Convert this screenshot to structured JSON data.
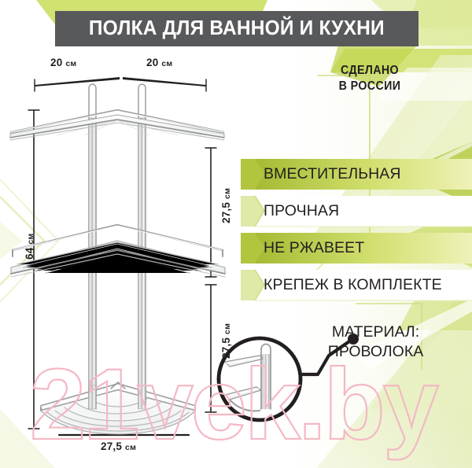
{
  "title": {
    "text": "ПОЛКА ДЛЯ ВАННОЙ И КУХНИ",
    "bar_color": "#58595b",
    "text_color": "#ffffff"
  },
  "badge": {
    "line1": "СДЕЛАНО",
    "line2": "В РОССИИ"
  },
  "features": [
    {
      "label": "ВМЕСТИТЕЛЬНАЯ",
      "style": "green"
    },
    {
      "label": "ПРОЧНАЯ",
      "style": "white"
    },
    {
      "label": "НЕ РЖАВЕЕТ",
      "style": "green"
    },
    {
      "label": "КРЕПЕЖ В КОМПЛЕКТЕ",
      "style": "white"
    }
  ],
  "material": {
    "line1": "МАТЕРИАЛ:",
    "line2": "ПРОВОЛОКА"
  },
  "dimensions": {
    "top_left": "20",
    "top_right": "20",
    "height_total": "64",
    "gap_upper": "27,5",
    "gap_lower": "27,5",
    "width_bottom": "27,5",
    "unit": "см"
  },
  "watermark": {
    "text": "21vek.by",
    "color": "#f4b8c4"
  },
  "palette": {
    "green_dark": "#a8bd3a",
    "green_mid": "#c3d44f",
    "green_light": "#dde98f",
    "green_pale": "#eef3c8",
    "accent_olive": "#9aae33",
    "chrome_dark": "#58595b",
    "ink": "#231f20"
  }
}
